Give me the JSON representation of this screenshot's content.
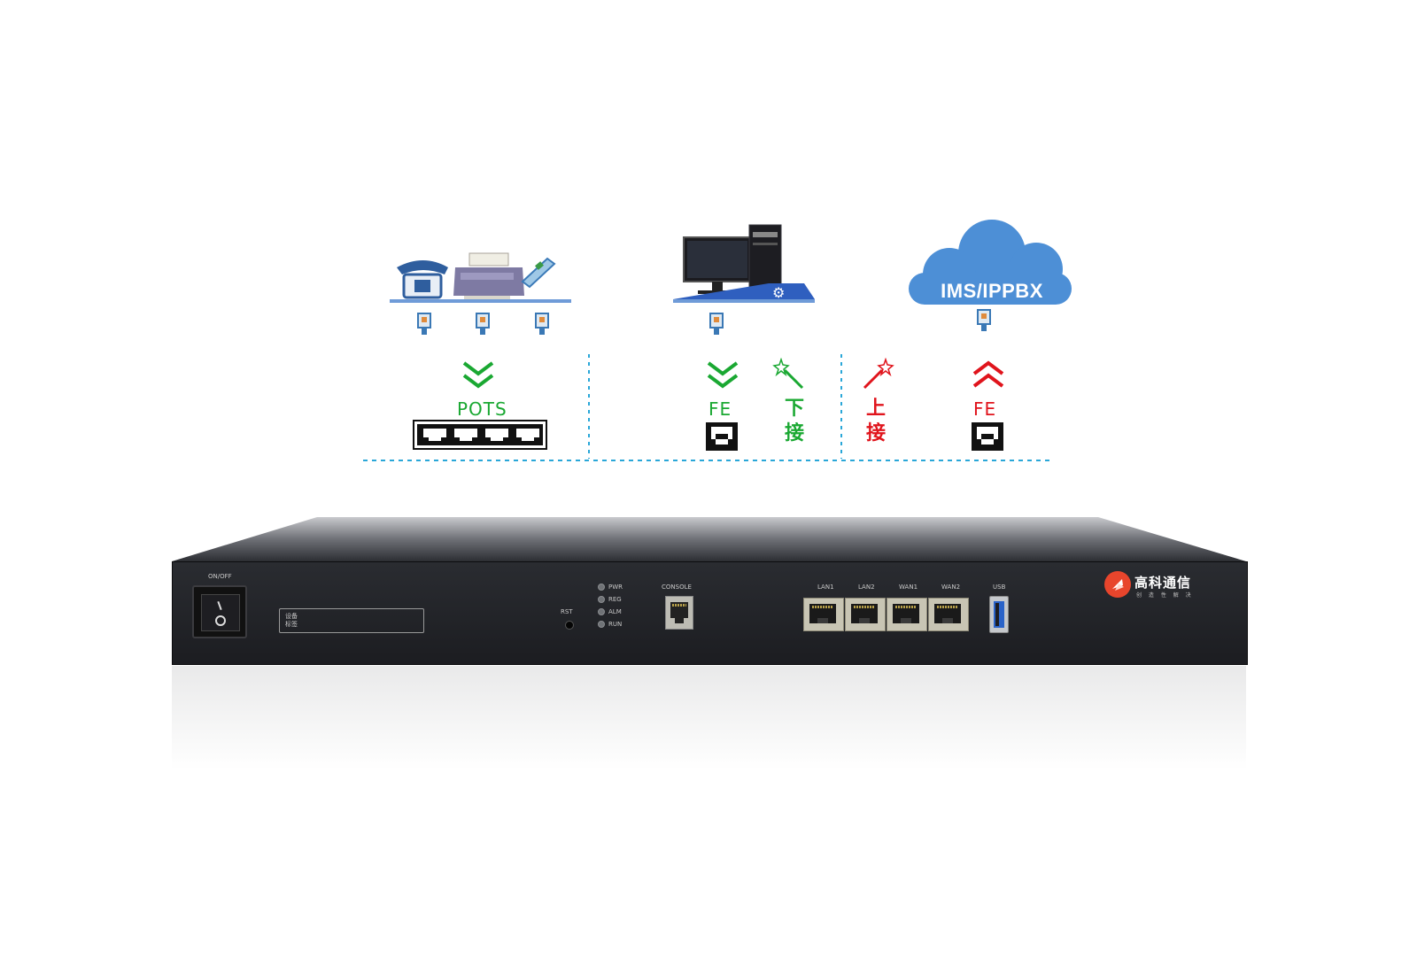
{
  "diagram": {
    "pots_label": "POTS",
    "fe_down_label": "FE",
    "fe_up_label": "FE",
    "downlink_label_1": "下",
    "downlink_label_2": "接",
    "uplink_label_1": "上",
    "uplink_label_2": "接",
    "cloud_label": "IMS/IPPBX",
    "colors": {
      "downlink": "#1aa832",
      "uplink": "#e0141c",
      "divider": "#2aa7d8",
      "cloud": "#4d8fd6"
    }
  },
  "device": {
    "power_switch_label": "ON/OFF",
    "device_tag_line1": "设备",
    "device_tag_line2": "标签",
    "reset_label": "RST",
    "leds": [
      "PWR",
      "REG",
      "ALM",
      "RUN"
    ],
    "console_label": "CONSOLE",
    "ports": [
      "LAN1",
      "LAN2",
      "WAN1",
      "WAN2"
    ],
    "usb_label": "USB",
    "brand_name": "高科通信",
    "brand_slogan": "创 造 性 解 决",
    "brand_color": "#e8452c"
  }
}
